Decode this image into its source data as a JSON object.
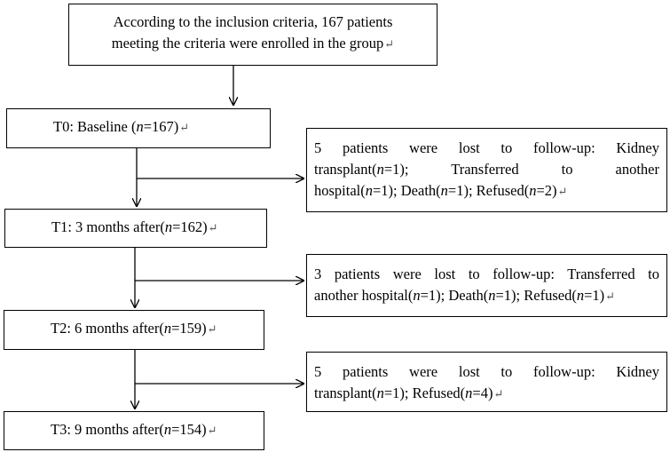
{
  "enrollment": {
    "line1": "According to the inclusion criteria, 167 patients",
    "line2": "meeting the criteria were enrolled in the group"
  },
  "return_mark": "↵",
  "stages": [
    {
      "pre": "T0: Baseline (",
      "n_symbol": "n",
      "post": "=167)"
    },
    {
      "pre": "T1: 3 months after(",
      "n_symbol": "n",
      "post": "=162)"
    },
    {
      "pre": "T2: 6 months after(",
      "n_symbol": "n",
      "post": "=159)"
    },
    {
      "pre": "T3: 9 months after(",
      "n_symbol": "n",
      "post": "=154)"
    }
  ],
  "losses": [
    {
      "lines": [
        [
          "5 patients were lost to follow-up: Kidney"
        ],
        [
          "transplant(",
          "n",
          "=1); Transferred to another"
        ],
        [
          "hospital(",
          "n",
          "=1); Death(",
          "n",
          "=1); Refused(",
          "n",
          "=2)"
        ]
      ]
    },
    {
      "lines": [
        [
          "3 patients were lost to follow-up: Transferred to"
        ],
        [
          "another hospital(",
          "n",
          "=1); Death(",
          "n",
          "=1); Refused(",
          "n",
          "=1)"
        ]
      ]
    },
    {
      "lines": [
        [
          "5 patients were lost to follow-up: Kidney"
        ],
        [
          "transplant(",
          "n",
          "=1); Refused(",
          "n",
          "=4)"
        ]
      ]
    }
  ]
}
